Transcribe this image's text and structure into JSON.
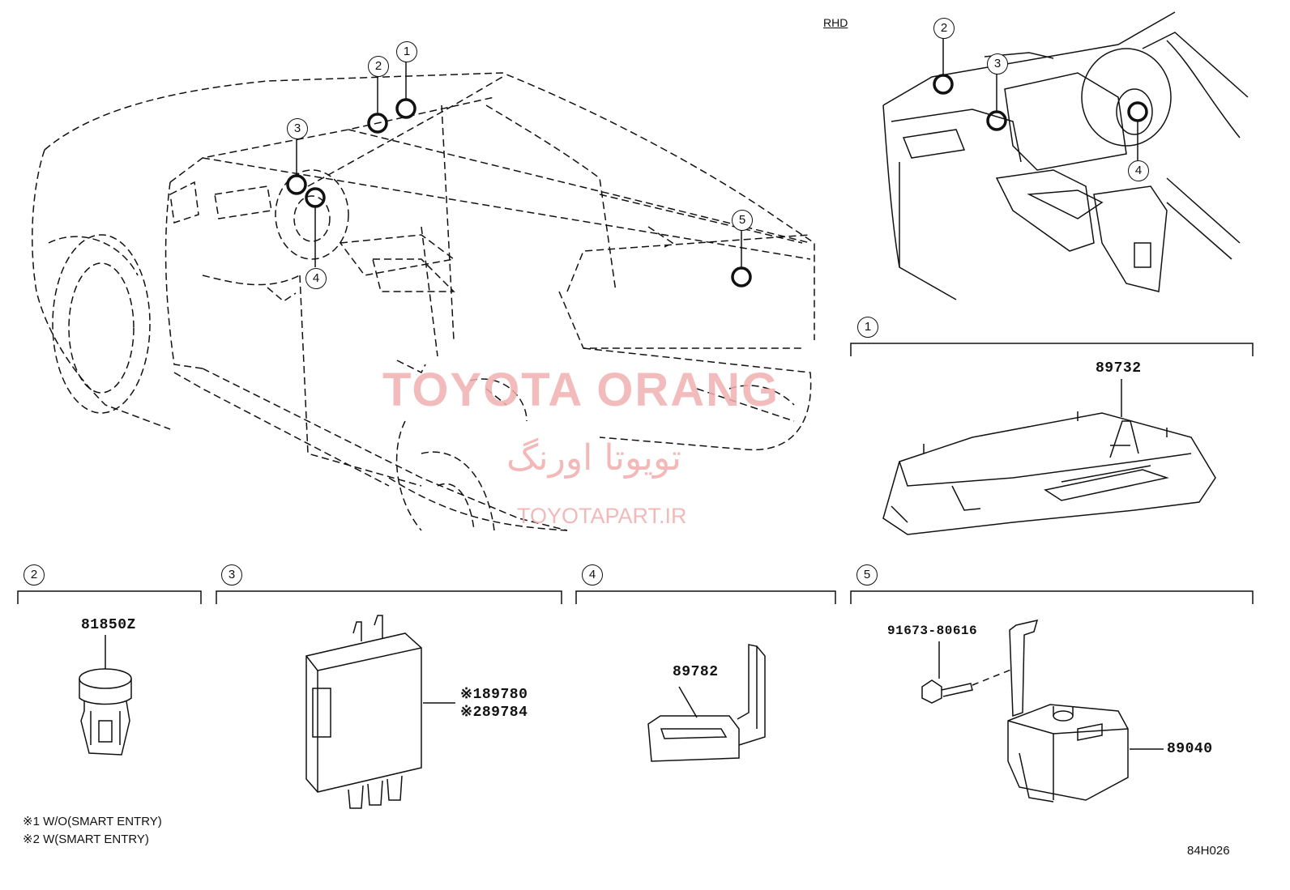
{
  "header": {
    "variant_label": "RHD"
  },
  "callouts": {
    "main": [
      "1",
      "2",
      "3",
      "4",
      "5"
    ],
    "rhd": [
      "2",
      "3",
      "4"
    ],
    "sections": [
      "1",
      "2",
      "3",
      "4",
      "5"
    ]
  },
  "parts": {
    "sec1_part": "89732",
    "sec2_part": "81850Z",
    "sec3_part_a": "※189780",
    "sec3_part_b": "※289784",
    "sec4_part": "89782",
    "sec5_bolt": "91673-80616",
    "sec5_part": "89040"
  },
  "notes": {
    "note1": "※1 W/O(SMART ENTRY)",
    "note2": "※2 W(SMART ENTRY)"
  },
  "footer": {
    "diagram_code": "84H026"
  },
  "watermark": {
    "brand": "TOYOTA ORANG",
    "brand_fa": "تویوتا اورنگ",
    "site": "TOYOTAPART.IR"
  }
}
